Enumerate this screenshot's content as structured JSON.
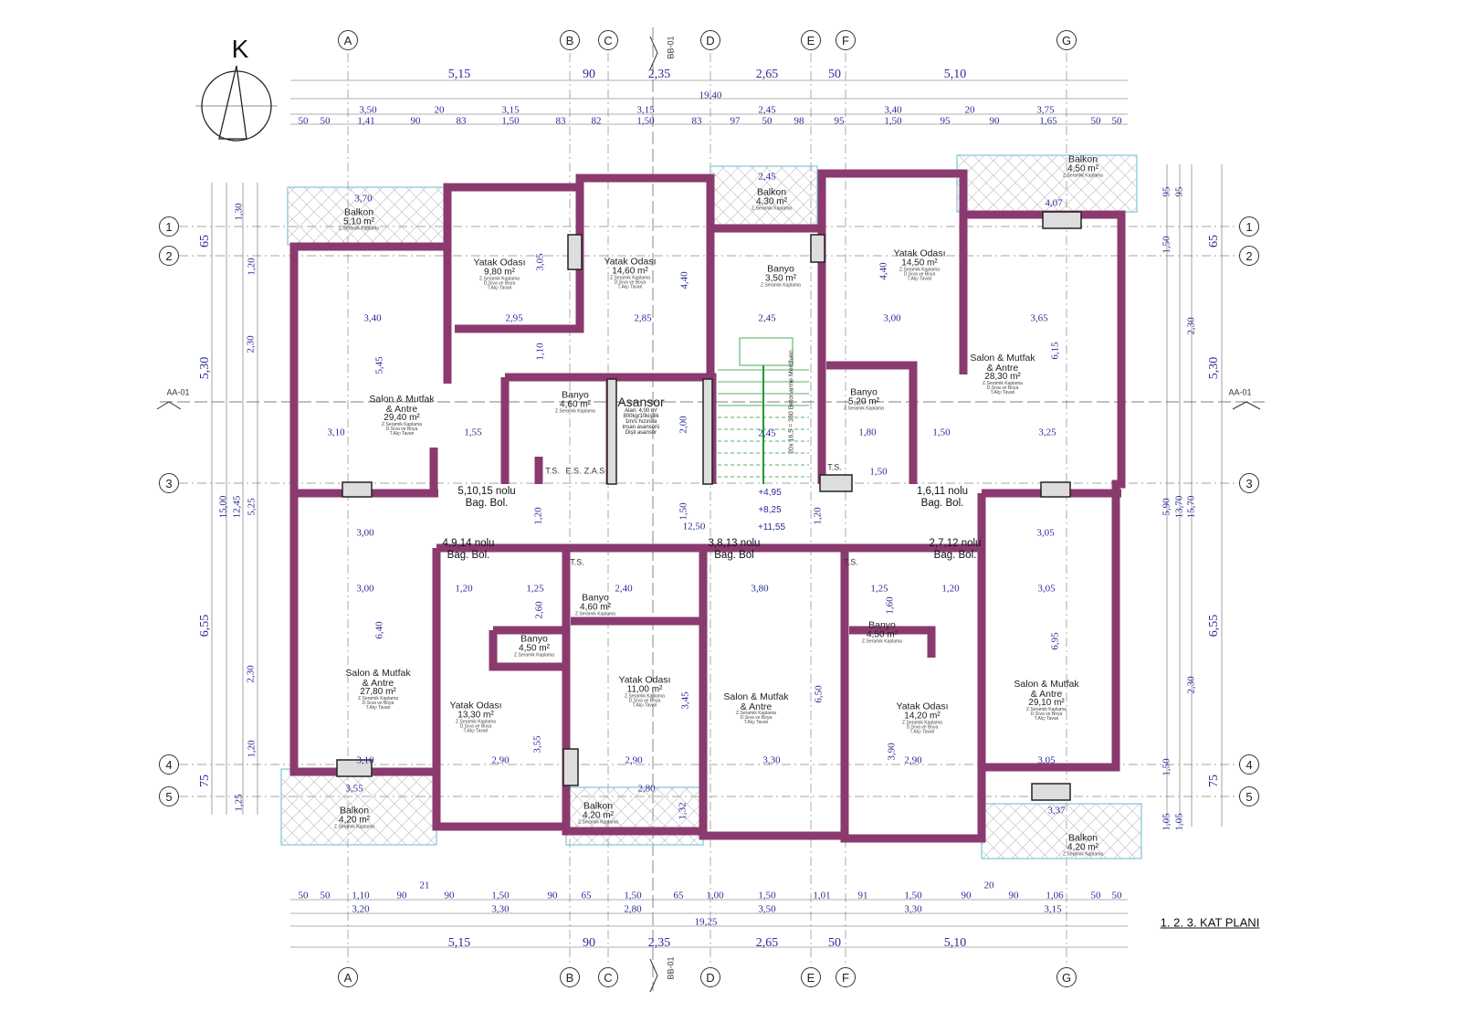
{
  "title": "1. 2. 3. KAT PLANI",
  "north_label": "K",
  "axes_x": [
    "A",
    "B",
    "C",
    "D",
    "E",
    "F",
    "G"
  ],
  "axes_y": [
    "1",
    "2",
    "3",
    "4",
    "5"
  ],
  "sections": {
    "aa": "AA-01",
    "bb": "BB-01"
  },
  "dims": {
    "top_main": [
      "5,15",
      "90",
      "2,35",
      "2,65",
      "50",
      "5,10"
    ],
    "top_total": "19,40",
    "top_mid": [
      "3,50",
      "20",
      "3,15",
      "3,15",
      "2,45",
      "3,40",
      "20",
      "3,75"
    ],
    "top_fine": [
      "50",
      "50",
      "1,41",
      "90",
      "83",
      "1,50",
      "83",
      "82",
      "1,50",
      "83",
      "97",
      "50",
      "98",
      "95",
      "1,50",
      "95",
      "90",
      "1,65",
      "50",
      "50"
    ],
    "bottom_fine": [
      "50",
      "50",
      "1,10",
      "90",
      "90",
      "1,50",
      "90",
      "65",
      "1,50",
      "65",
      "1,00",
      "1,50",
      "1,01",
      "91",
      "1,50",
      "90",
      "90",
      "1,06",
      "50",
      "50"
    ],
    "bottom_extra": [
      "21",
      "20"
    ],
    "bottom_mid": [
      "3,20",
      "3,30",
      "2,80",
      "3,50",
      "3,30",
      "3,15"
    ],
    "bottom_total": "19,25",
    "bottom_main": [
      "5,15",
      "90",
      "2,35",
      "2,65",
      "50",
      "5,10"
    ],
    "left_main": [
      "65",
      "5,30",
      "6,55",
      "75"
    ],
    "left_inner": [
      "1,30",
      "1,20",
      "2,30",
      "15,00",
      "12,45",
      "5,25",
      "2,30",
      "1,20",
      "1,25"
    ],
    "right_main": [
      "65",
      "5,30",
      "6,55",
      "75"
    ],
    "right_inner": [
      "95",
      "95",
      "1,50",
      "2,30",
      "5,90",
      "13,70",
      "15,70",
      "2,30",
      "1,50",
      "1,05",
      "1,05"
    ],
    "interior": [
      "3,70",
      "3,40",
      "5,45",
      "3,10",
      "1,55",
      "2,95",
      "3,05",
      "2,85",
      "4,40",
      "1,10",
      "2,45",
      "4,40",
      "3,00",
      "3,65",
      "6,15",
      "3,25",
      "1,50",
      "1,80",
      "1,50",
      "4,07",
      "2,45",
      "3,00",
      "3,00",
      "1,20",
      "1,25",
      "2,40",
      "2,60",
      "3,80",
      "1,25",
      "1,20",
      "3,05",
      "3,05",
      "6,40",
      "6,95",
      "2,90",
      "2,90",
      "3,30",
      "2,90",
      "3,05",
      "3,10",
      "3,55",
      "2,80",
      "1,32",
      "3,37",
      "3,45",
      "3,55",
      "3,90",
      "6,50",
      "12,50",
      "1,20",
      "1,50",
      "1,20",
      "2,00",
      "2,45",
      "1,60"
    ]
  },
  "rooms": [
    {
      "name": "Balkon",
      "area": "5,10 m²",
      "finish": [
        "Z.Seramik Kaplama"
      ]
    },
    {
      "name": "Yatak Odası",
      "area": "9,80 m²",
      "finish": [
        "Z.Seramik Kaplama",
        "D.Sıva ve Boya",
        "T.Alçı Tavan"
      ]
    },
    {
      "name": "Yatak Odası",
      "area": "14,60 m²",
      "finish": [
        "Z.Seramik Kaplama",
        "D.Sıva ve Boya",
        "T.Alçı Tavan"
      ]
    },
    {
      "name": "Balkon",
      "area": "4,30 m²",
      "finish": [
        "Z.Seramik Kaplama"
      ]
    },
    {
      "name": "Banyo",
      "area": "3,50 m²",
      "finish": [
        "Z.Seramik Kaplama"
      ]
    },
    {
      "name": "Yatak Odası",
      "area": "14,50 m²",
      "finish": [
        "Z.Seramik Kaplama",
        "D.Sıva ve Boya",
        "T.Alçı Tavan"
      ]
    },
    {
      "name": "Balkon",
      "area": "4,50 m²",
      "finish": [
        "Z.Seramik Kaplama"
      ]
    },
    {
      "name": "Salon & Mutfak & Antre",
      "area": "29,40 m²",
      "finish": [
        "Z.Seramik Kaplama",
        "D.Sıva ve Boya",
        "T.Alçı Tavan"
      ]
    },
    {
      "name": "Banyo",
      "area": "4,60 m²",
      "finish": [
        "Z.Seramik Kaplama"
      ]
    },
    {
      "name": "Banyo",
      "area": "5,20 m²",
      "finish": [
        "Z.Seramik Kaplama"
      ]
    },
    {
      "name": "Salon & Mutfak & Antre",
      "area": "28,30 m²",
      "finish": [
        "Z.Seramik Kaplama",
        "D.Sıva ve Boya",
        "T.Alçı Tavan"
      ]
    },
    {
      "name": "Salon & Mutfak & Antre",
      "area": "27,80 m²",
      "finish": [
        "Z.Seramik Kaplama",
        "D.Sıva ve Boya",
        "T.Alçı Tavan"
      ]
    },
    {
      "name": "Banyo",
      "area": "4,60 m²",
      "finish": [
        "Z.Seramik Kaplama"
      ]
    },
    {
      "name": "Banyo",
      "area": "4,50 m²",
      "finish": [
        "Z.Seramik Kaplama"
      ]
    },
    {
      "name": "Yatak Odası",
      "area": "13,30 m²",
      "finish": [
        "Z.Seramik Kaplama",
        "D.Sıva ve Boya",
        "T.Alçı Tavan"
      ]
    },
    {
      "name": "Yatak Odası",
      "area": "11,00 m²",
      "finish": [
        "Z.Seramik Kaplama",
        "D.Sıva ve Boya",
        "T.Alçı Tavan"
      ]
    },
    {
      "name": "Salon & Mutfak & Antre",
      "area": "",
      "finish": [
        "Z.Seramik Kaplama",
        "D.Sıva ve Boya",
        "T.Alçı Tavan"
      ]
    },
    {
      "name": "Banyo",
      "area": "4,50 m²",
      "finish": [
        "Z.Seramik Kaplama"
      ]
    },
    {
      "name": "Yatak Odası",
      "area": "14,20 m²",
      "finish": [
        "Z.Seramik Kaplama",
        "D.Sıva ve Boya",
        "T.Alçı Tavan"
      ]
    },
    {
      "name": "Salon & Mutfak & Antre",
      "area": "29,10 m²",
      "finish": [
        "Z.Seramik Kaplama",
        "D.Sıva ve Boya",
        "T.Alçı Tavan"
      ]
    },
    {
      "name": "Balkon",
      "area": "4,20 m²",
      "finish": [
        "Z.Seramik Kaplama"
      ]
    },
    {
      "name": "Balkon",
      "area": "4,20 m²",
      "finish": [
        "Z.Seramik Kaplama"
      ]
    },
    {
      "name": "Balkon",
      "area": "4,20 m²",
      "finish": [
        "Z.Seramik Kaplama"
      ]
    }
  ],
  "elevator": {
    "name": "Asansor",
    "details": [
      "Alan: 4,00 m²",
      "800kg/10kişilik",
      "1m/s hızında",
      "insan asansörü",
      "Dişli asansör"
    ]
  },
  "stair": "20x 16,5 = 330 Betonarme Merdiven",
  "shafts": [
    "T.S.",
    "E.S.",
    "Z.A.S",
    "T.S.",
    "T.S.",
    "T.S."
  ],
  "units": [
    {
      "line1": "5,10,15 nolu",
      "line2": "Bag. Bol."
    },
    {
      "line1": "1,6,11 nolu",
      "line2": "Bag. Bol."
    },
    {
      "line1": "4,9,14 nolu",
      "line2": "Bag. Bol."
    },
    {
      "line1": "3,8,13 nolu",
      "line2": "Bag. Bol"
    },
    {
      "line1": "2,7,12 nolu",
      "line2": "Bag. Bol."
    }
  ],
  "levels": [
    "+4,95",
    "+8,25",
    "+11,55"
  ],
  "colors": {
    "wall": "#8a3a6e",
    "wall_fill": "#f4d2e6",
    "dim": "#2b2b9a",
    "stair": "#1f9a2e",
    "balcony": "#7fc6d8"
  }
}
